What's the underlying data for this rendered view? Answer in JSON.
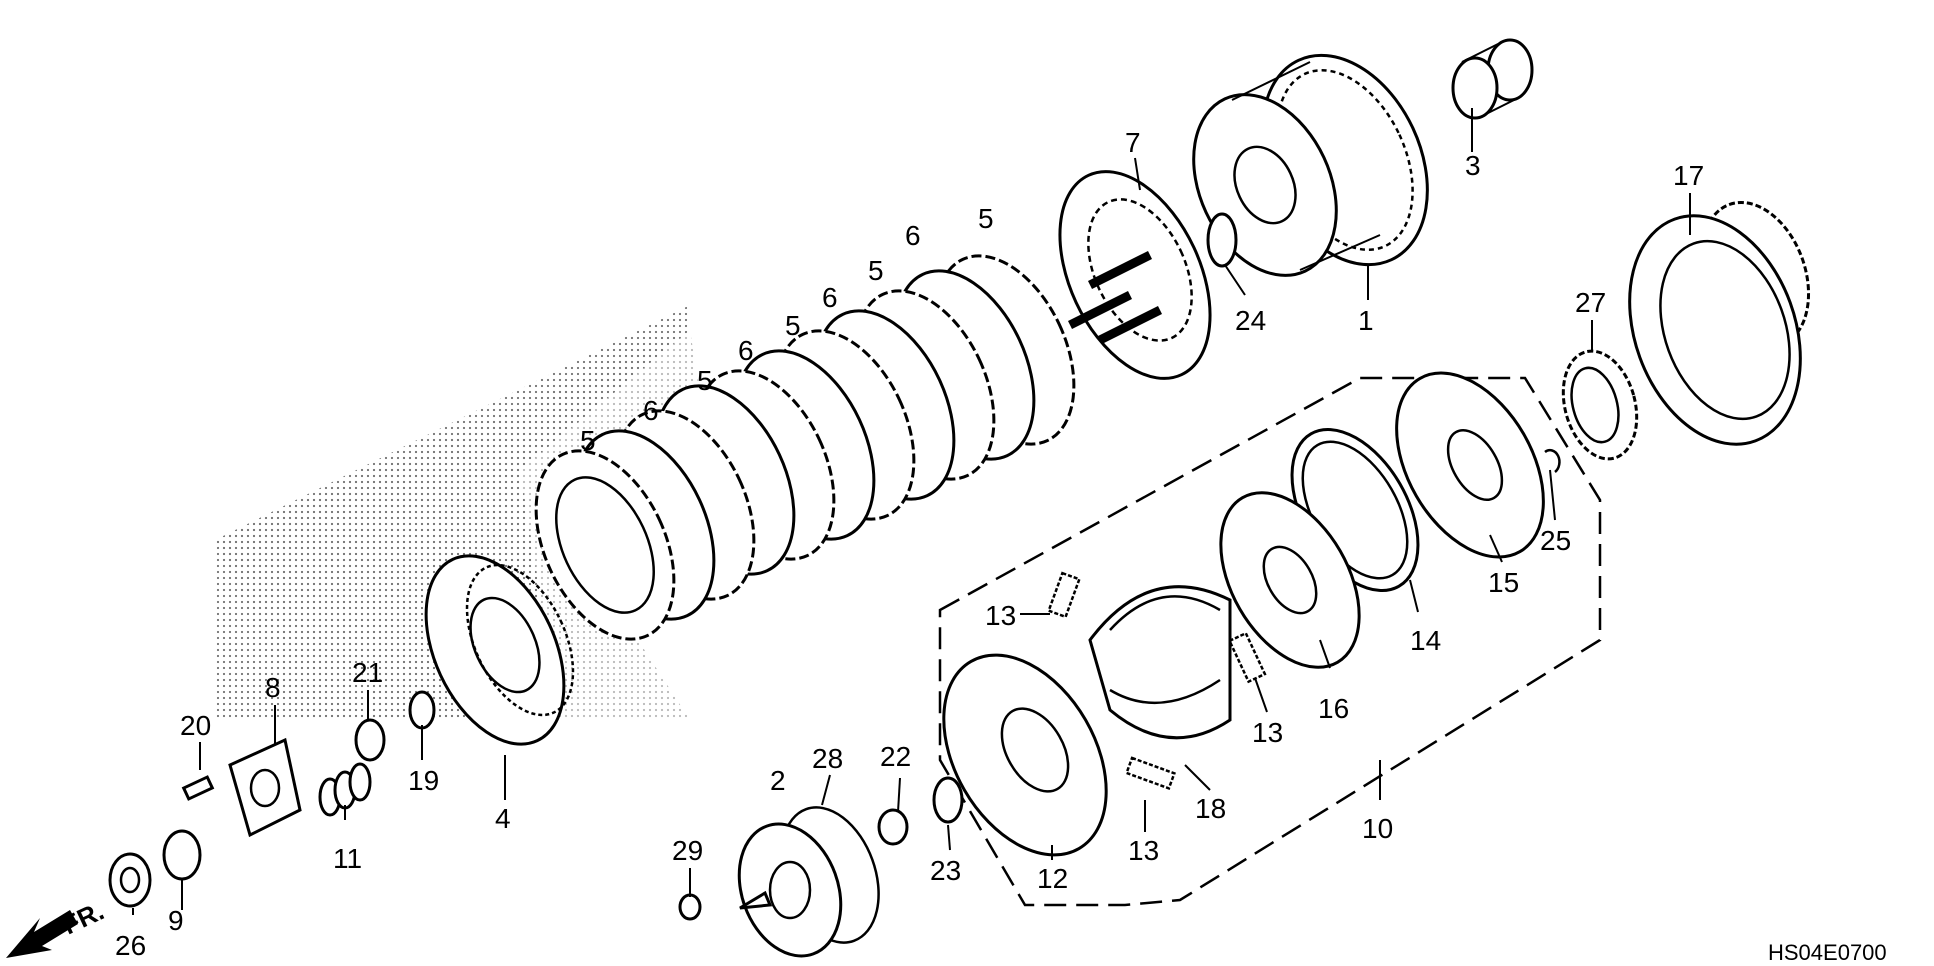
{
  "diagram_code": "HS04E0700",
  "front_marker": "FR.",
  "callouts": [
    {
      "id": "c1",
      "text": "1"
    },
    {
      "id": "c2",
      "text": "2"
    },
    {
      "id": "c3",
      "text": "3"
    },
    {
      "id": "c4",
      "text": "4"
    },
    {
      "id": "c5a",
      "text": "5"
    },
    {
      "id": "c5b",
      "text": "5"
    },
    {
      "id": "c5c",
      "text": "5"
    },
    {
      "id": "c5d",
      "text": "5"
    },
    {
      "id": "c5e",
      "text": "5"
    },
    {
      "id": "c6a",
      "text": "6"
    },
    {
      "id": "c6b",
      "text": "6"
    },
    {
      "id": "c6c",
      "text": "6"
    },
    {
      "id": "c6d",
      "text": "6"
    },
    {
      "id": "c7",
      "text": "7"
    },
    {
      "id": "c8",
      "text": "8"
    },
    {
      "id": "c9",
      "text": "9"
    },
    {
      "id": "c10",
      "text": "10"
    },
    {
      "id": "c11",
      "text": "11"
    },
    {
      "id": "c12",
      "text": "12"
    },
    {
      "id": "c13a",
      "text": "13"
    },
    {
      "id": "c13b",
      "text": "13"
    },
    {
      "id": "c13c",
      "text": "13"
    },
    {
      "id": "c14",
      "text": "14"
    },
    {
      "id": "c15",
      "text": "15"
    },
    {
      "id": "c16",
      "text": "16"
    },
    {
      "id": "c17",
      "text": "17"
    },
    {
      "id": "c18",
      "text": "18"
    },
    {
      "id": "c19",
      "text": "19"
    },
    {
      "id": "c20",
      "text": "20"
    },
    {
      "id": "c21",
      "text": "21"
    },
    {
      "id": "c22",
      "text": "22"
    },
    {
      "id": "c23",
      "text": "23"
    },
    {
      "id": "c24",
      "text": "24"
    },
    {
      "id": "c25",
      "text": "25"
    },
    {
      "id": "c26",
      "text": "26"
    },
    {
      "id": "c27",
      "text": "27"
    },
    {
      "id": "c28",
      "text": "28"
    },
    {
      "id": "c29",
      "text": "29"
    }
  ]
}
